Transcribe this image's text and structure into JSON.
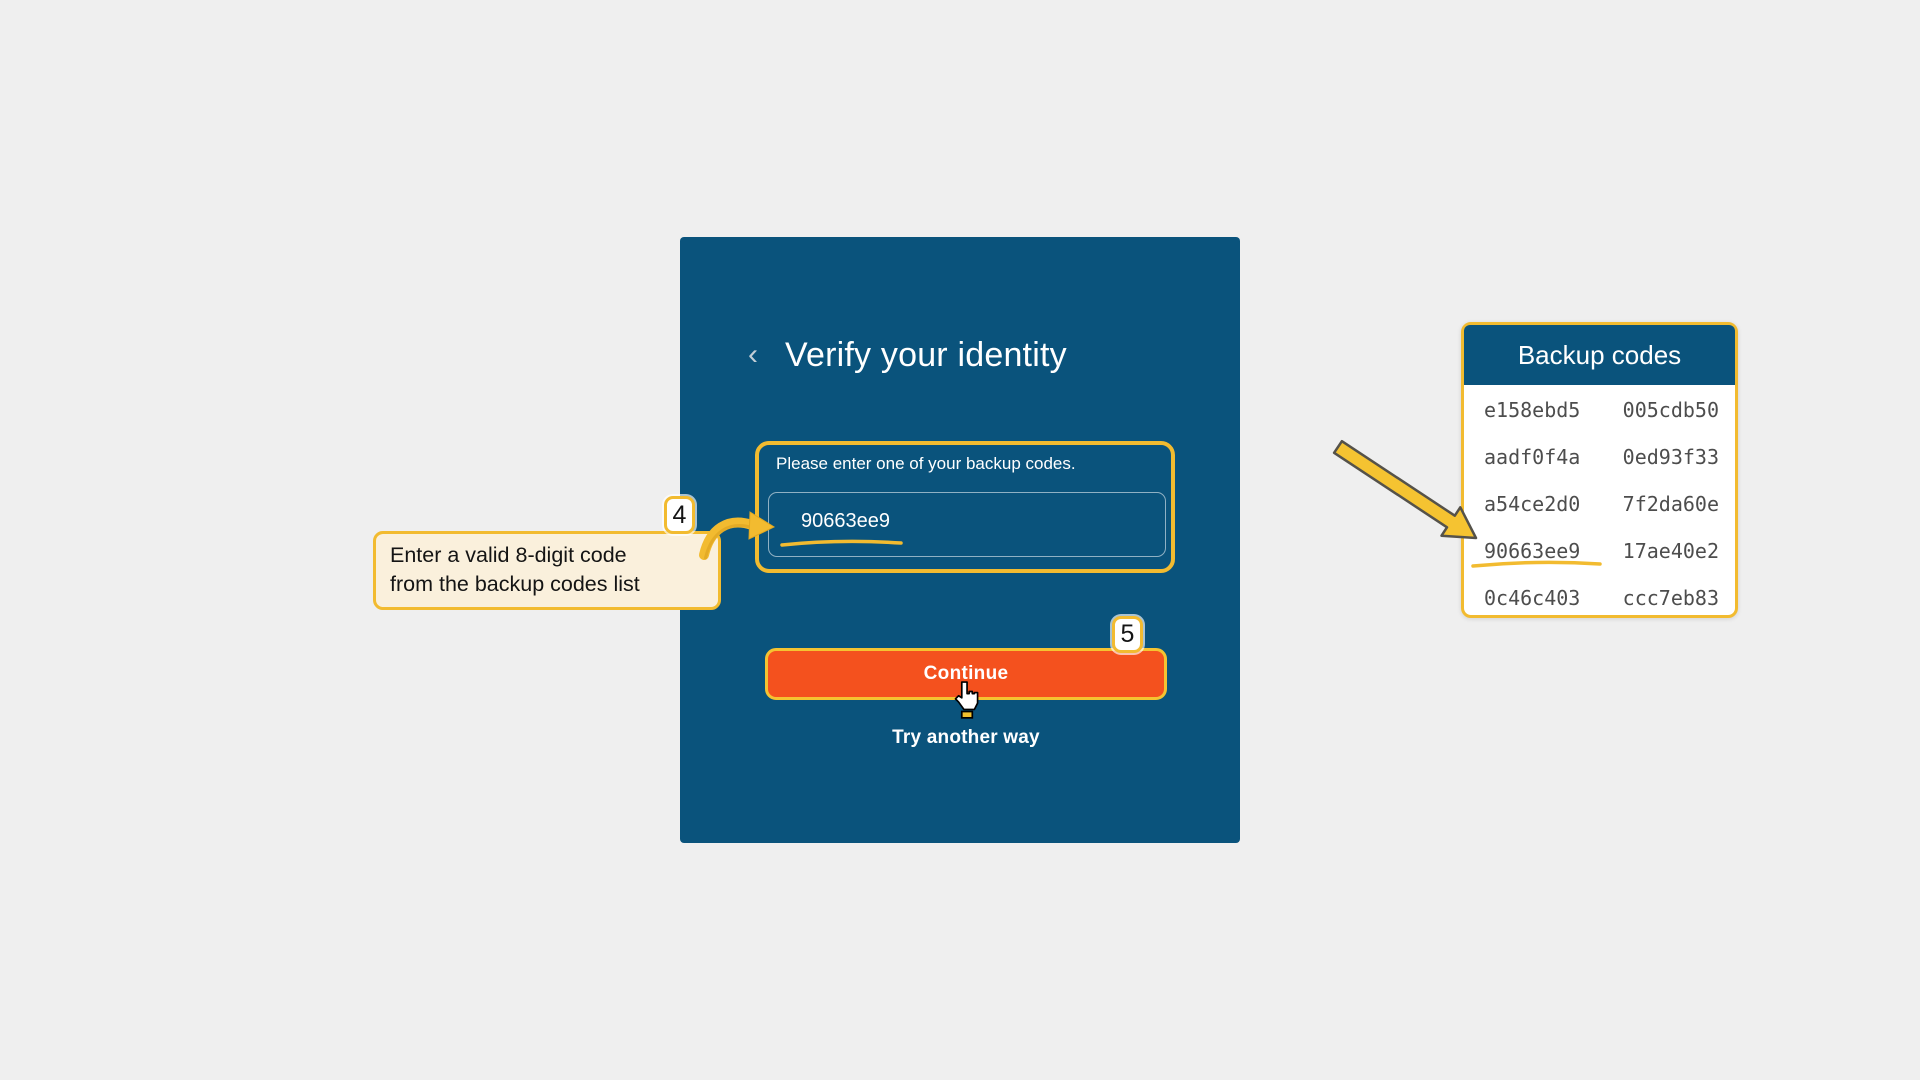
{
  "colors": {
    "page_bg": "#efefef",
    "card_bg": "#0a537c",
    "accent_yellow": "#f2bb30",
    "button_orange": "#f4511e",
    "tooltip_bg": "#faf0dc",
    "code_text": "#4d4d4d"
  },
  "card": {
    "back_icon": "‹",
    "title": "Verify your identity",
    "section_label": "Please enter one of your backup codes.",
    "input_value": "90663ee9",
    "continue_label": "Continue",
    "try_another_label": "Try another way"
  },
  "annotations": {
    "step4": "4",
    "step5": "5",
    "tooltip_line1": "Enter a valid 8-digit code",
    "tooltip_line2": "from the backup codes list"
  },
  "backup_panel": {
    "title": "Backup codes",
    "highlighted_code": "90663ee9",
    "codes": [
      [
        "e158ebd5",
        "005cdb50"
      ],
      [
        "aadf0f4a",
        "0ed93f33"
      ],
      [
        "a54ce2d0",
        "7f2da60e"
      ],
      [
        "90663ee9",
        "17ae40e2"
      ],
      [
        "0c46c403",
        "ccc7eb83"
      ]
    ]
  }
}
